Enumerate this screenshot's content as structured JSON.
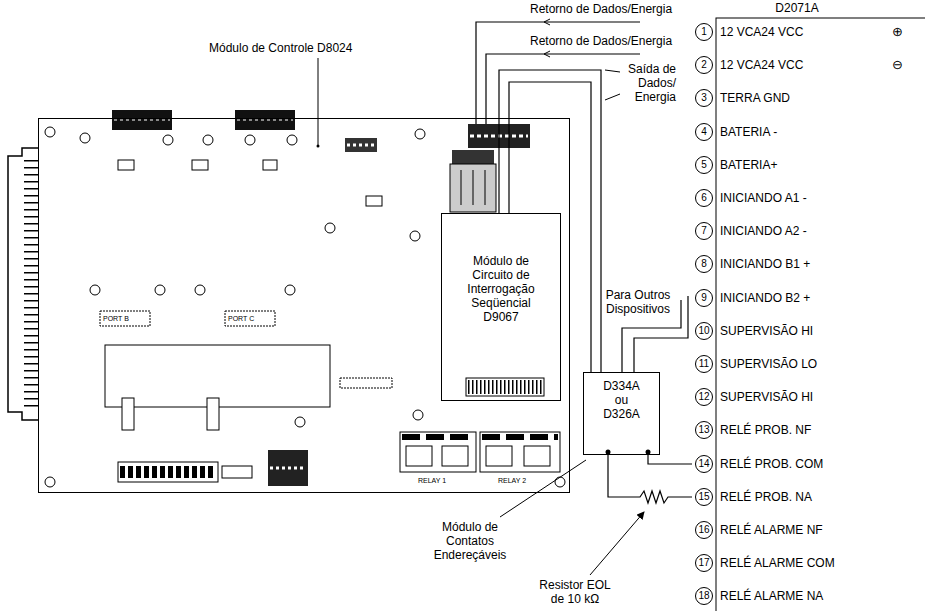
{
  "diagram": {
    "nodes": [
      {
        "text": [
          "Módulo de Controle D8024"
        ]
      },
      {
        "text": [
          "Módulo de Circuito de Interrogação Seqüencial D9067"
        ],
        "in": 0
      },
      {
        "text": [
          "D334A ou D326A"
        ]
      },
      {
        "text": [
          "D2071A"
        ]
      },
      {
        "text": [
          "1",
          "12 VCA24 VCC",
          "⊕"
        ],
        "in": 3
      },
      {
        "text": [
          "2",
          "12 VCA24 VCC",
          "⊖"
        ],
        "in": 3
      },
      {
        "text": [
          "3",
          "TERRA GND"
        ],
        "in": 3
      },
      {
        "text": [
          "4",
          "BATERIA -"
        ],
        "in": 3
      },
      {
        "text": [
          "5",
          "BATERIA+"
        ],
        "in": 3
      },
      {
        "text": [
          "6",
          "INICIANDO A1 -"
        ],
        "in": 3
      },
      {
        "text": [
          "7",
          "INICIANDO A2 -"
        ],
        "in": 3
      },
      {
        "text": [
          "8",
          "INICIANDO B1 +"
        ],
        "in": 3
      },
      {
        "text": [
          "9",
          "INICIANDO B2 +"
        ],
        "in": 3
      },
      {
        "text": [
          "10",
          "SUPERVISÃO HI"
        ],
        "in": 3
      },
      {
        "text": [
          "11",
          "SUPERVISÃO LO"
        ],
        "in": 3
      },
      {
        "text": [
          "12",
          "SUPERVISÃO HI"
        ],
        "in": 3
      },
      {
        "text": [
          "13",
          "RELÉ PROB. NF"
        ],
        "in": 3
      },
      {
        "text": [
          "14",
          "RELÉ PROB. COM"
        ],
        "in": 3
      },
      {
        "text": [
          "15",
          "RELÉ PROB. NA"
        ],
        "in": 3
      },
      {
        "text": [
          "16",
          "RELÉ ALARME NF"
        ],
        "in": 3
      },
      {
        "text": [
          "17",
          "RELÉ ALARME COM"
        ],
        "in": 3
      },
      {
        "text": [
          "18",
          "RELÉ ALARME NA"
        ],
        "in": 3
      }
    ],
    "edges": [
      {
        "from": 1,
        "to": 2,
        "arrow": "none"
      },
      {
        "from": 2,
        "to": 17,
        "arrow": "none"
      },
      {
        "from": 2,
        "to": 18,
        "arrow": "none"
      }
    ],
    "labels": [
      "Retorno de Dados/Energia",
      "Retorno de Dados/Energia",
      "Saída de Dados/ Energia",
      "Para Outros Dispositivos",
      "Módulo de Contatos Endereçáveis",
      "Resistor EOL de 10 kΩ",
      "PORT B",
      "PORT C",
      "RELAY 1",
      "RELAY 2"
    ]
  }
}
